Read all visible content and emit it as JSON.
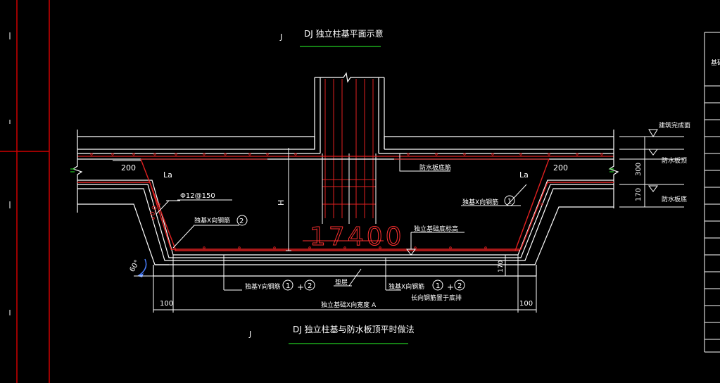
{
  "drawing": {
    "title_top": "DJ  独立柱基平面示意",
    "title_top_prefix": "J",
    "title_bottom": "DJ  独立柱基与防水板顶平时做法",
    "title_bottom_prefix": "J",
    "dim_200_left": "200",
    "dim_200_right": "200",
    "la_left": "La",
    "la_right": "La",
    "rebar_spec": "Φ12@150",
    "label_x_left": "独基X向钢筋",
    "circle_2": "2",
    "label_x_right": "独基X向钢筋",
    "circle_1": "1",
    "label_board_bottom_bar": "防水板底筋",
    "label_h": "H",
    "label_base_elev": "独立基础底标高",
    "big_number": "17400",
    "label_y_bar": "独基Y向钢筋",
    "label_y_bar_suffix": "+",
    "label_cushion": "垫层",
    "label_x_bottom": "独基X向钢筋",
    "label_x_bottom_suffix": "+",
    "label_long_bar": "长向钢筋置于底排",
    "dim_100_left": "100",
    "dim_100_right": "100",
    "label_width": "独立基础X向宽度 A",
    "dim_170_bottom": "170",
    "dim_300": "300",
    "dim_170_right": "170",
    "label_finish_surface": "建筑完成面",
    "label_board_top": "防水板顶",
    "label_board_bottom": "防水板底",
    "angle_label": "60°",
    "angle_slope": "0.0",
    "table_header_fragment": "基础"
  }
}
